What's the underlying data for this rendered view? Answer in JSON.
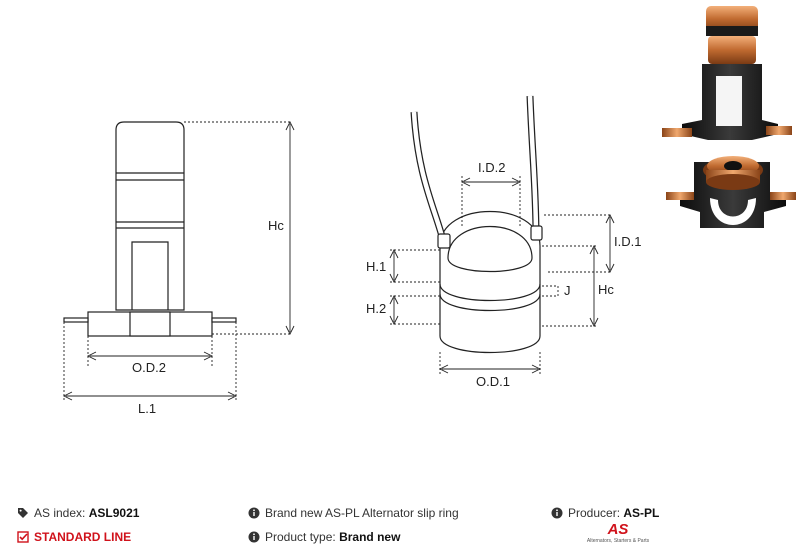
{
  "diagram": {
    "left_view": {
      "od2": "O.D.2",
      "l1": "L.1",
      "hc": "Hc"
    },
    "right_view": {
      "id2": "I.D.2",
      "id1": "I.D.1",
      "h1": "H.1",
      "h2": "H.2",
      "j": "J",
      "hc": "Hc",
      "od1": "O.D.1"
    }
  },
  "info": {
    "as_index_label": "AS index:",
    "as_index_value": "ASL9021",
    "standard_line": "STANDARD LINE",
    "description": "Brand new AS-PL Alternator slip ring",
    "product_type_label": "Product type:",
    "product_type_value": "Brand new",
    "producer_label": "Producer:",
    "producer_value": "AS-PL",
    "logo_mark": "AS",
    "logo_tagline": "Alternators, Starters & Parts"
  },
  "colors": {
    "accent": "#d0121b",
    "copper": "#c8733a",
    "plastic": "#1a1a1a"
  },
  "icons": [
    "tag-icon",
    "check-square-icon",
    "info-icon",
    "info-icon",
    "info-icon"
  ]
}
